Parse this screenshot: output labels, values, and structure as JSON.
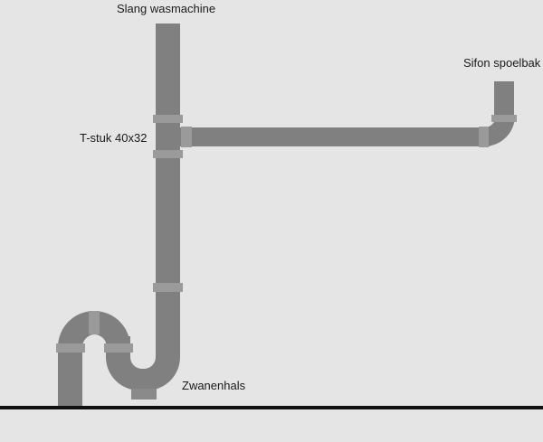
{
  "labels": {
    "washing_machine_hose": "Slang wasmachine",
    "t_piece": "T-stuk 40x32",
    "sink_trap": "Sifon spoelbak",
    "swan_neck": "Zwanenhals"
  },
  "colors": {
    "background": "#e5e5e5",
    "pipe": "#808080",
    "coupling": "#9a9a9a",
    "floor": "#111111",
    "text": "#1a1a1a"
  }
}
